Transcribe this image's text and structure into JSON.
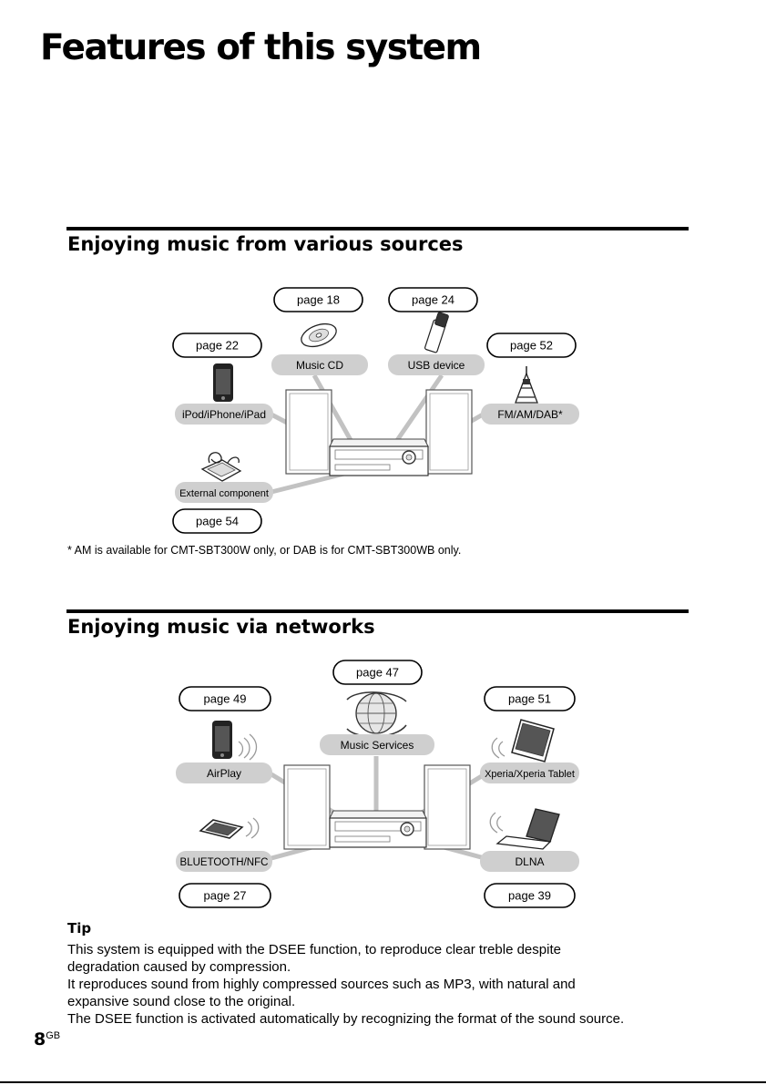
{
  "page": {
    "title": "Features of this system",
    "number": "8",
    "number_suffix": "GB"
  },
  "section1": {
    "heading": "Enjoying music from various sources",
    "pills": {
      "music_cd": "page 18",
      "usb": "page 24",
      "ipod": "page 22",
      "tuner": "page 52",
      "external": "page 54"
    },
    "labels": {
      "music_cd": "Music CD",
      "usb": "USB device",
      "ipod": "iPod/iPhone/iPad",
      "tuner": "FM/AM/DAB*",
      "external": "External component"
    },
    "footnote": "* AM is available for CMT-SBT300W only, or DAB is for CMT-SBT300WB only."
  },
  "section2": {
    "heading": "Enjoying music via networks",
    "pills": {
      "music_services": "page 47",
      "airplay": "page 49",
      "xperia": "page 51",
      "bluetooth": "page 27",
      "dlna": "page 39"
    },
    "labels": {
      "music_services": "Music Services",
      "airplay": "AirPlay",
      "xperia": "Xperia/Xperia Tablet",
      "bluetooth": "BLUETOOTH/NFC",
      "dlna": "DLNA"
    }
  },
  "tip": {
    "heading": "Tip",
    "lines": [
      "This system is equipped with the DSEE function, to reproduce clear treble despite",
      "degradation caused by compression.",
      "It reproduces sound from highly compressed sources such as MP3, with natural and",
      "expansive sound close to the original.",
      "The DSEE function is activated automatically by recognizing the format of the sound source."
    ]
  }
}
